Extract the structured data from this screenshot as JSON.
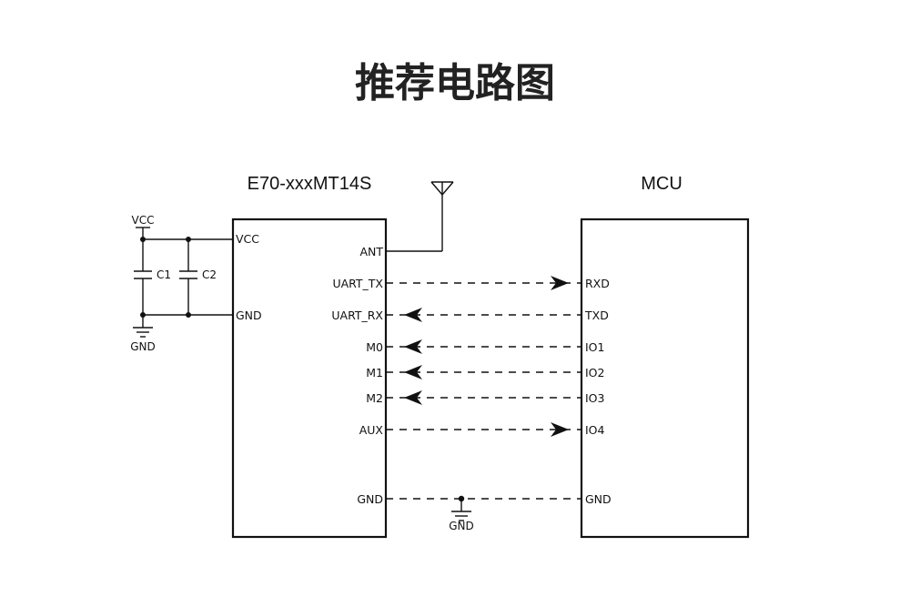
{
  "title": "推荐电路图",
  "module": {
    "name": "E70-xxxMT14S",
    "left_pins": [
      "VCC",
      "GND"
    ],
    "right_pins": [
      "ANT",
      "UART_TX",
      "UART_RX",
      "M0",
      "M1",
      "M2",
      "AUX",
      "GND"
    ]
  },
  "mcu": {
    "name": "MCU",
    "pins": [
      "RXD",
      "TXD",
      "IO1",
      "IO2",
      "IO3",
      "IO4",
      "GND"
    ]
  },
  "power": {
    "vcc_label": "VCC",
    "gnd_label": "GND",
    "capacitors": [
      "C1",
      "C2"
    ]
  },
  "ground_label": "GND",
  "connections": [
    {
      "from": "UART_TX",
      "to": "RXD",
      "direction": "to-mcu"
    },
    {
      "from": "UART_RX",
      "to": "TXD",
      "direction": "to-module"
    },
    {
      "from": "M0",
      "to": "IO1",
      "direction": "to-module"
    },
    {
      "from": "M1",
      "to": "IO2",
      "direction": "to-module"
    },
    {
      "from": "M2",
      "to": "IO3",
      "direction": "to-module"
    },
    {
      "from": "AUX",
      "to": "IO4",
      "direction": "to-mcu"
    },
    {
      "from": "GND",
      "to": "GND",
      "direction": "none"
    }
  ]
}
